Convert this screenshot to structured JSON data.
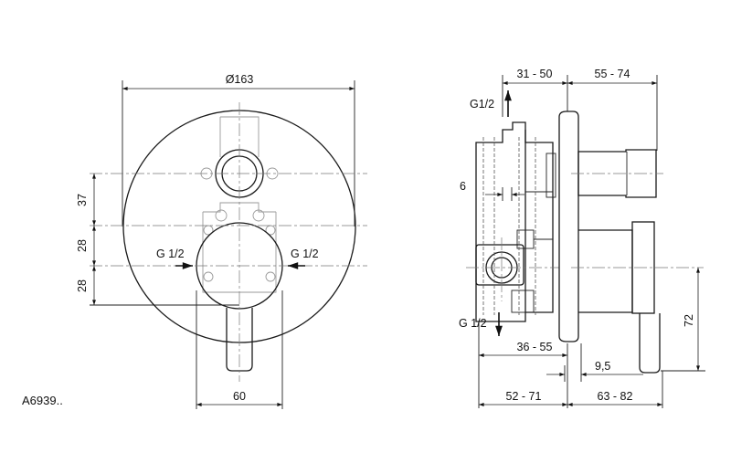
{
  "drawing_code": "A6939..",
  "front_view": {
    "diameter_label": "Ø163",
    "dim_37": "37",
    "dim_28_upper": "28",
    "dim_28_lower": "28",
    "dim_60": "60",
    "inlet_left": "G 1/2",
    "inlet_right": "G 1/2"
  },
  "side_view": {
    "dim_31_50": "31 - 50",
    "dim_55_74": "55 - 74",
    "outlet_top": "G1/2",
    "dim_6": "6",
    "outlet_bottom": "G 1/2",
    "dim_36_55": "36 - 55",
    "dim_9_5": "9,5",
    "dim_72": "72",
    "dim_52_71": "52 - 71",
    "dim_63_82": "63 - 82"
  }
}
